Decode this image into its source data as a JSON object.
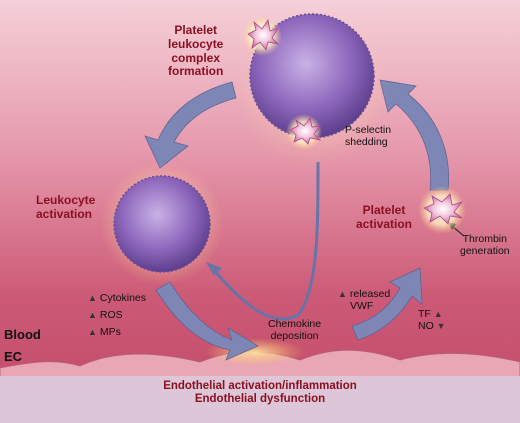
{
  "labels": {
    "platelet_leukocyte_complex": [
      "Platelet",
      "leukocyte",
      "complex",
      "formation"
    ],
    "leukocyte_activation": [
      "Leukocyte",
      "activation"
    ],
    "platelet_activation": [
      "Platelet",
      "activation"
    ],
    "p_selectin_shedding": [
      "P-selectin",
      "shedding"
    ],
    "thrombin_generation": [
      "Thrombin",
      "generation"
    ],
    "cytokines": "Cytokines",
    "ros": "ROS",
    "mps": "MPs",
    "released_vwf": [
      "released",
      "VWF"
    ],
    "tf": "TF",
    "no": "NO",
    "chemokine_deposition": [
      "Chemokine",
      "deposition"
    ],
    "blood": "Blood",
    "ec": "EC",
    "endothelial": [
      "Endothelial activation/inflammation",
      "Endothelial dysfunction"
    ]
  },
  "arrow_symbols": {
    "up": "▲",
    "down": "▼"
  },
  "colors": {
    "background_top": "#f3c9d2",
    "background_bottom": "#c44a66",
    "endothelium": "#e9a6b4",
    "footer_band": "#dcc6d7",
    "cell_purple": "#8a63b8",
    "arrow_blue": "#7e86b6",
    "label_red": "#8a1020"
  }
}
